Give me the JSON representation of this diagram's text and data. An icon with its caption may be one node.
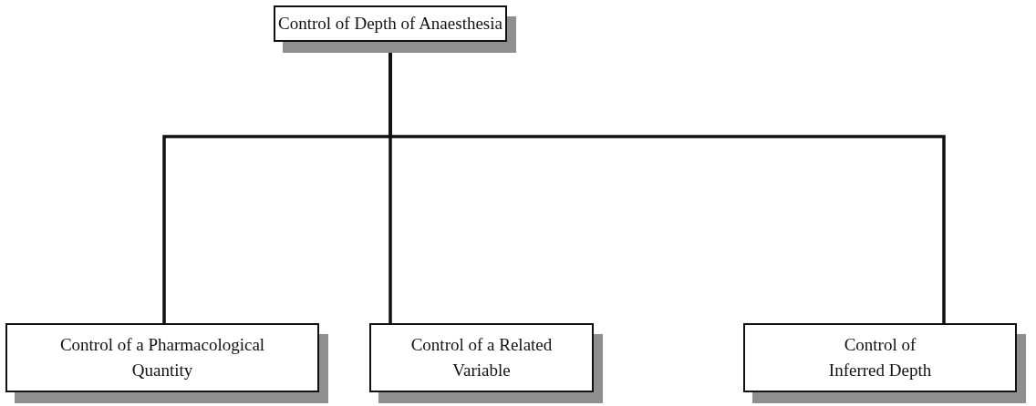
{
  "diagram": {
    "nodes": [
      {
        "text": [
          "Control of Depth of Anaesthesia"
        ]
      },
      {
        "text": [
          "Control of a Pharmacological Quantity"
        ]
      },
      {
        "text": [
          "Control of a Related Variable"
        ]
      },
      {
        "text": [
          "Control of Inferred Depth"
        ]
      }
    ],
    "edges": [
      {
        "from": 0,
        "to": 1,
        "arrow": "none"
      },
      {
        "from": 0,
        "to": 2,
        "arrow": "none"
      },
      {
        "from": 0,
        "to": 3,
        "arrow": "none"
      }
    ]
  }
}
